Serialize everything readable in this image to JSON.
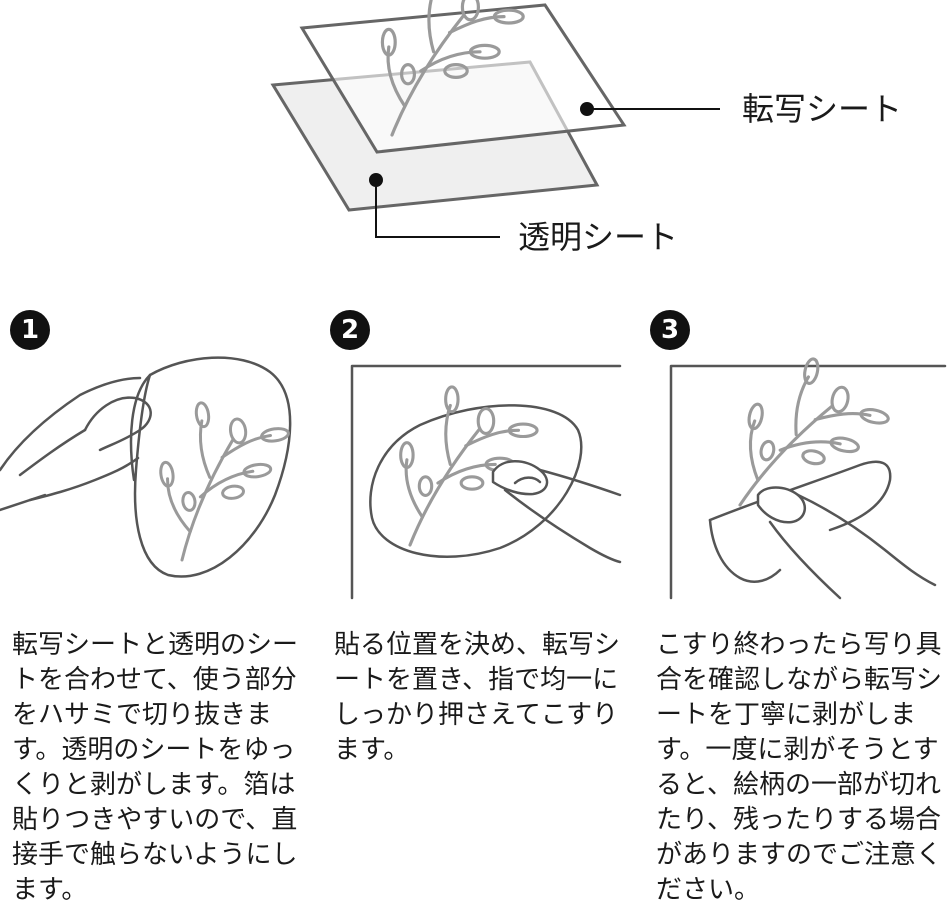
{
  "top_diagram": {
    "transfer_sheet_label": "転写シート",
    "clear_sheet_label": "透明シート"
  },
  "steps": [
    {
      "number": "1",
      "text": "転写シートと透明のシートを合わせて、使う部分をハサミで切り抜きます。透明のシートをゆっくりと剥がします。箔は貼りつきやすいので、直接手で触らないようにします。"
    },
    {
      "number": "2",
      "text": "貼る位置を決め、転写シートを置き、指で均一にしっかり押さえてこすります。"
    },
    {
      "number": "3",
      "text": "こすり終わったら写り具合を確認しながら転写シートを丁寧に剥がします。一度に剥がそうとすると、絵柄の一部が切れたり、残ったりする場合がありますのでご注意ください。"
    }
  ]
}
